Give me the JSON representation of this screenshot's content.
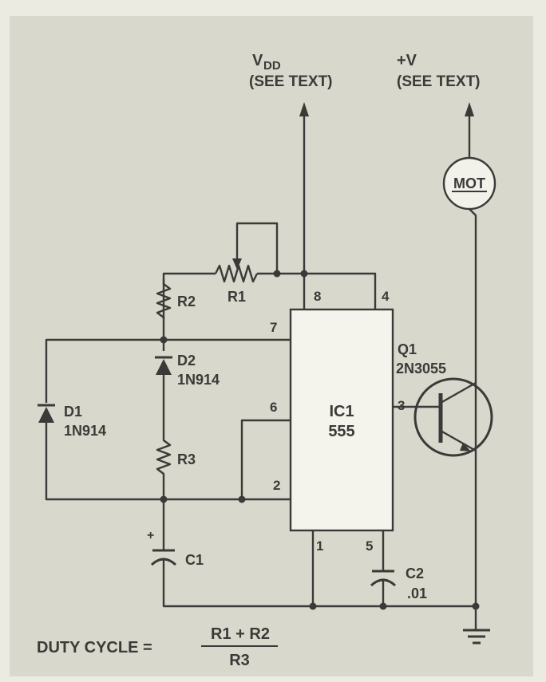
{
  "supplies": {
    "vdd_label": "V",
    "vdd_sub": "DD",
    "vdd_note": "(SEE TEXT)",
    "v_label": "+V",
    "v_note": "(SEE TEXT)"
  },
  "components": {
    "motor": "MOT",
    "r1": "R1",
    "r2": "R2",
    "r3": "R3",
    "d1": "D1",
    "d1_part": "1N914",
    "d2": "D2",
    "d2_part": "1N914",
    "c1": "C1",
    "c1_polarity": "+",
    "c2": "C2",
    "c2_value": ".01",
    "ic": "IC1",
    "ic_part": "555",
    "q1": "Q1",
    "q1_part": "2N3055"
  },
  "pins": {
    "p8": "8",
    "p4": "4",
    "p7": "7",
    "p6": "6",
    "p2": "2",
    "p3": "3",
    "p1": "1",
    "p5": "5"
  },
  "formula": {
    "label": "DUTY CYCLE =",
    "numerator": "R1 + R2",
    "denominator": "R3"
  },
  "colors": {
    "background": "#d9d8cc",
    "ink": "#3a3a38"
  }
}
